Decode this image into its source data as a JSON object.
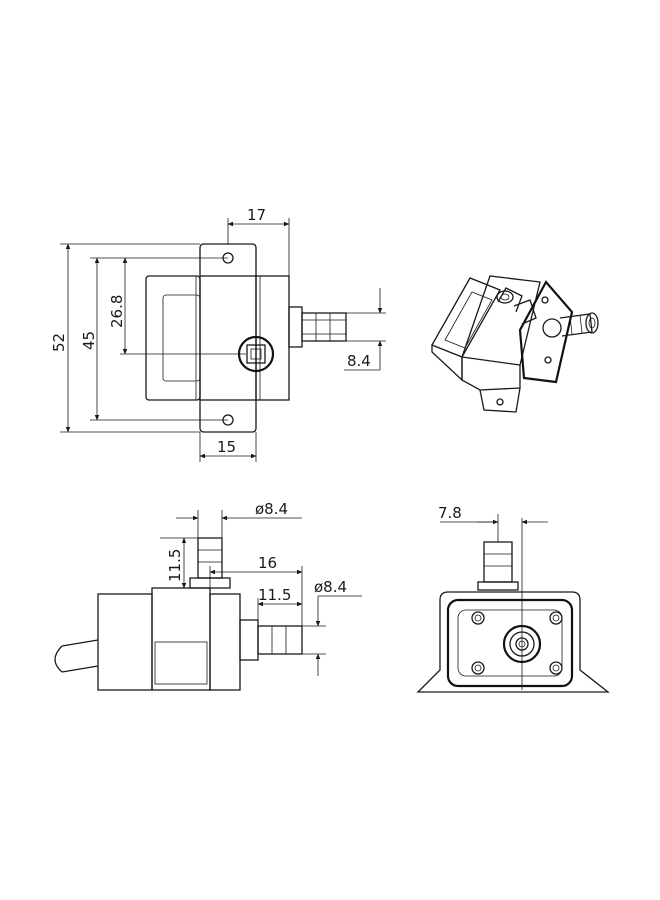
{
  "dimensions": {
    "top_view": {
      "width_top": "17",
      "height_overall": "52",
      "height_inner": "45",
      "height_to_port": "26.8",
      "nozzle_diameter": "8.4",
      "base_width": "15"
    },
    "side_view": {
      "top_nozzle_diameter": "ø8.4",
      "top_nozzle_length": "11.5",
      "body_to_nozzle": "16",
      "outlet_length": "11.5",
      "outlet_diameter": "ø8.4"
    },
    "front_view": {
      "offset": "7.8"
    }
  }
}
